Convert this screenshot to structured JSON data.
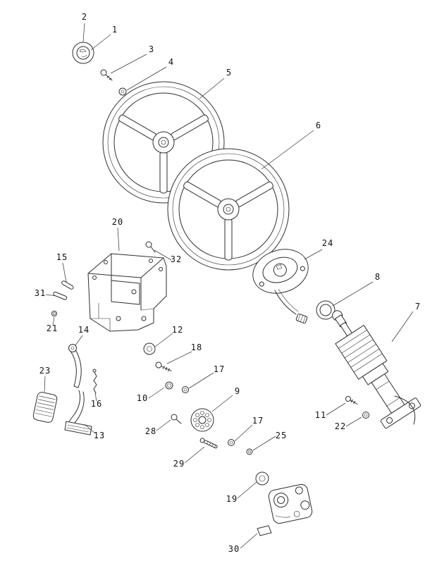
{
  "diagram": {
    "colors": {
      "line": "#2e2e2e",
      "label": "#111111",
      "background": "#ffffff"
    },
    "callouts": [
      {
        "label": "2"
      },
      {
        "label": "1"
      },
      {
        "label": "3"
      },
      {
        "label": "4"
      },
      {
        "label": "5"
      },
      {
        "label": "6"
      },
      {
        "label": "20"
      },
      {
        "label": "24"
      },
      {
        "label": "32"
      },
      {
        "label": "15"
      },
      {
        "label": "8"
      },
      {
        "label": "31"
      },
      {
        "label": "7"
      },
      {
        "label": "21"
      },
      {
        "label": "14"
      },
      {
        "label": "12"
      },
      {
        "label": "18"
      },
      {
        "label": "23"
      },
      {
        "label": "17"
      },
      {
        "label": "10"
      },
      {
        "label": "16"
      },
      {
        "label": "9"
      },
      {
        "label": "28"
      },
      {
        "label": "13"
      },
      {
        "label": "17"
      },
      {
        "label": "25"
      },
      {
        "label": "11"
      },
      {
        "label": "22"
      },
      {
        "label": "29"
      },
      {
        "label": "19"
      },
      {
        "label": "30"
      }
    ]
  }
}
